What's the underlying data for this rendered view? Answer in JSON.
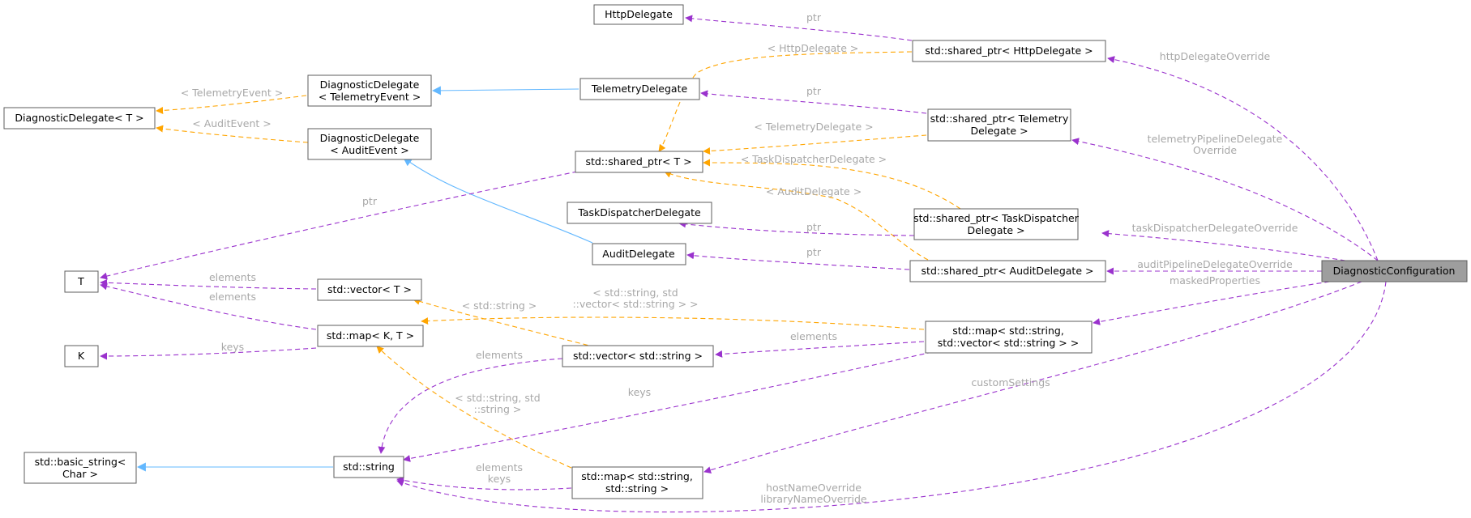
{
  "colors": {
    "member_edge": "#9a32cd",
    "template_edge": "#ffa500",
    "inheritance_edge": "#63b8ff",
    "highlight_fill": "#9e9e9e",
    "label_text": "#a8a8a8"
  },
  "nodes": {
    "http_delegate": [
      "HttpDelegate"
    ],
    "sp_http": [
      "std::shared_ptr< HttpDelegate >"
    ],
    "diag_telemetry": [
      "DiagnosticDelegate",
      "< TelemetryEvent >"
    ],
    "telemetry_delegate": [
      "TelemetryDelegate"
    ],
    "sp_telemetry": [
      "std::shared_ptr< Telemetry",
      "Delegate >"
    ],
    "diag_t": [
      "DiagnosticDelegate< T >"
    ],
    "diag_audit": [
      "DiagnosticDelegate",
      "< AuditEvent >"
    ],
    "sp_t": [
      "std::shared_ptr< T >"
    ],
    "task_dispatcher": [
      "TaskDispatcherDelegate"
    ],
    "sp_task": [
      "std::shared_ptr< TaskDispatcher",
      "Delegate >"
    ],
    "audit_delegate": [
      "AuditDelegate"
    ],
    "sp_audit": [
      "std::shared_ptr< AuditDelegate >"
    ],
    "diag_config": [
      "DiagnosticConfiguration"
    ],
    "t": [
      "T"
    ],
    "vector_t": [
      "std::vector< T >"
    ],
    "map_kt": [
      "std::map< K, T >"
    ],
    "k": [
      "K"
    ],
    "map_str_vec": [
      "std::map< std::string,",
      "std::vector< std::string > >"
    ],
    "vector_str": [
      "std::vector< std::string >"
    ],
    "basic_string": [
      "std::basic_string<",
      "Char >"
    ],
    "string": [
      "std::string"
    ],
    "map_str_str": [
      "std::map< std::string,",
      "std::string >"
    ]
  },
  "edge_labels": {
    "ptr_http": [
      "ptr"
    ],
    "httpDelegateOverride": [
      "httpDelegateOverride"
    ],
    "tpl_http": [
      "< HttpDelegate >"
    ],
    "tpl_telemetry_event": [
      "< TelemetryEvent >"
    ],
    "tpl_audit_event": [
      "< AuditEvent >"
    ],
    "ptr_telemetry": [
      "ptr"
    ],
    "tpl_telemetry_delegate": [
      "< TelemetryDelegate >"
    ],
    "telemetryPipelineDelegateOverride": [
      "telemetryPipelineDelegate",
      "Override"
    ],
    "tpl_task_dispatcher": [
      "< TaskDispatcherDelegate >"
    ],
    "tpl_audit_delegate": [
      "< AuditDelegate >"
    ],
    "ptr_t": [
      "ptr"
    ],
    "ptr_task": [
      "ptr"
    ],
    "taskDispatcherDelegateOverride": [
      "taskDispatcherDelegateOverride"
    ],
    "ptr_audit": [
      "ptr"
    ],
    "auditPipelineDelegateOverride": [
      "auditPipelineDelegateOverride"
    ],
    "elements_vector_t": [
      "elements"
    ],
    "elements_map_kt": [
      "elements"
    ],
    "tpl_std_string": [
      "< std::string >"
    ],
    "tpl_string_vector": [
      "< std::string, std",
      "::vector< std::string > >"
    ],
    "maskedProperties": [
      "maskedProperties"
    ],
    "keys_map_kt": [
      "keys"
    ],
    "elements_map_str_vec": [
      "elements"
    ],
    "elements_vector_str": [
      "elements"
    ],
    "keys_map_str_vec": [
      "keys"
    ],
    "customSettings": [
      "customSettings"
    ],
    "tpl_string_string": [
      "< std::string, std",
      "::string >"
    ],
    "map_str_str_ek": [
      "elements",
      "keys"
    ],
    "hostNameOverride": [
      "hostNameOverride",
      "libraryNameOverride"
    ]
  }
}
